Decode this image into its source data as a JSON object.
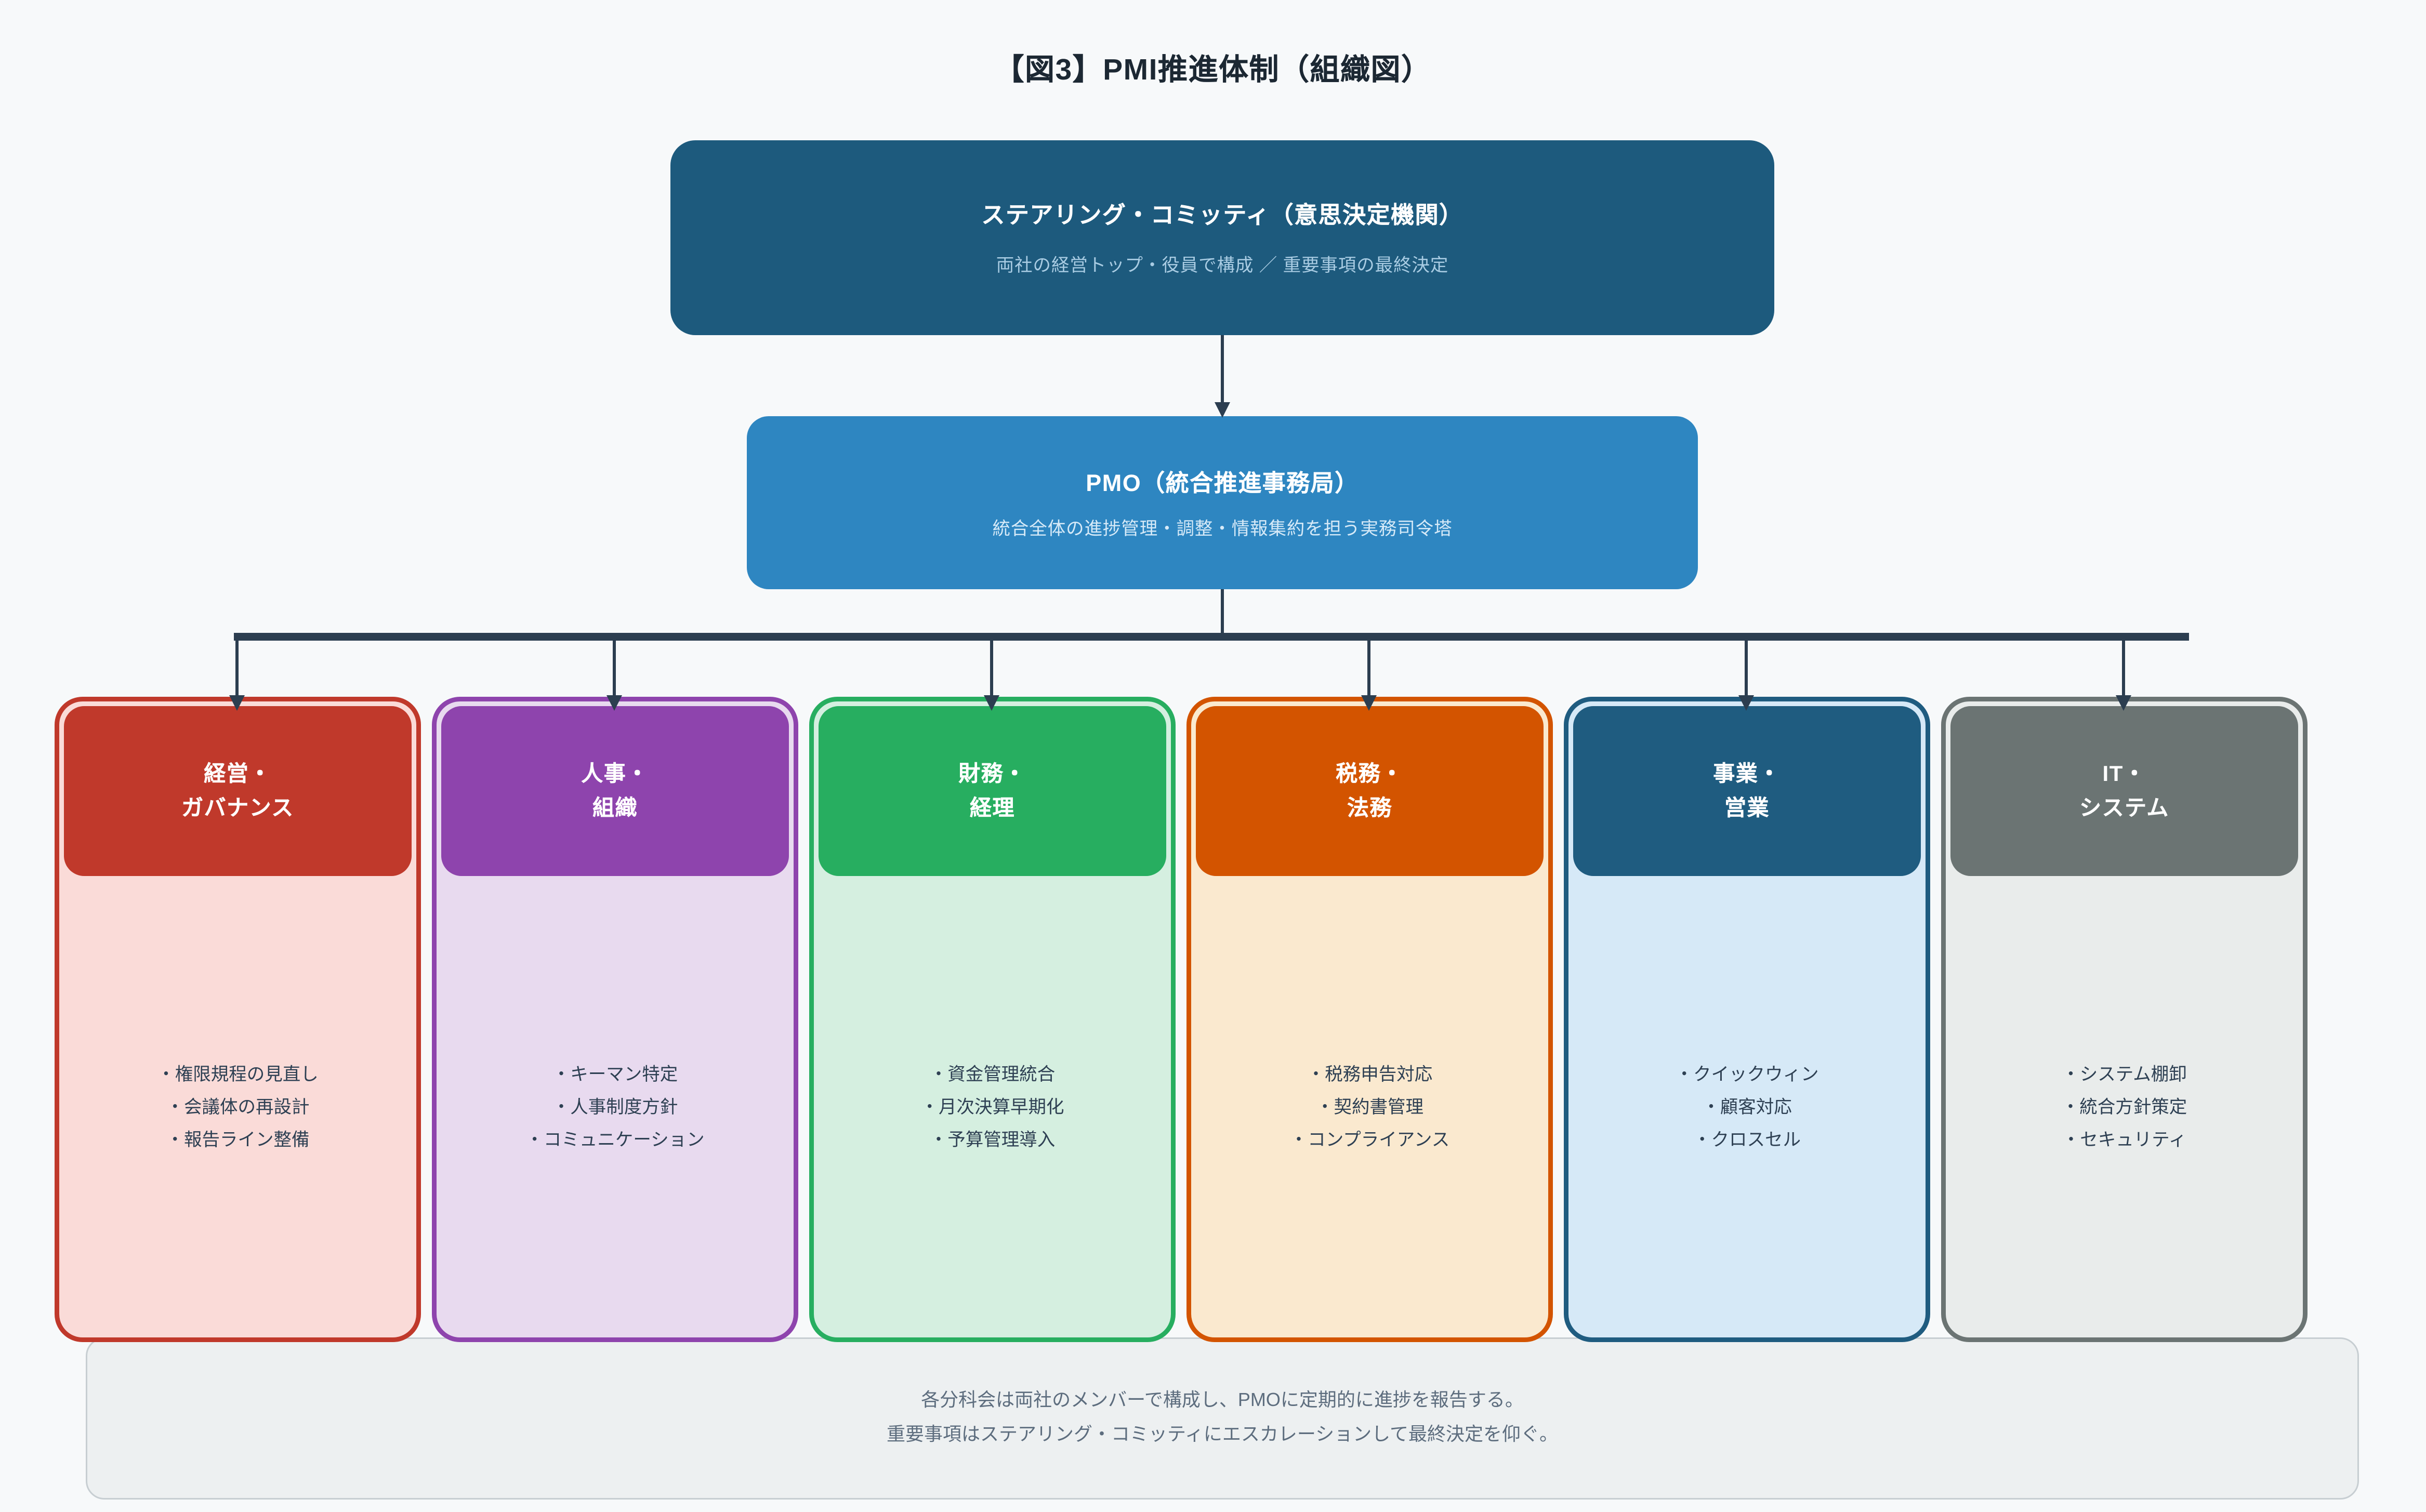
{
  "page": {
    "title": "【図3】PMI推進体制（組織図）"
  },
  "steering_committee": {
    "label": "ステアリング・コミッティ（意思決定機関）",
    "description": "両社の経営トップ・役員で構成 ／ 重要事項の最終決定"
  },
  "pmo": {
    "label": "PMO（統合推進事務局）",
    "description": "統合全体の進捗管理・調整・情報集約を担う実務司令塔"
  },
  "subcommittees": [
    {
      "name_line1": "経営・",
      "name_line2": "ガバナンス",
      "color": "#c0392b",
      "tint": "#fadbd8",
      "items": [
        "・権限規程の見直し",
        "・会議体の再設計",
        "・報告ライン整備"
      ]
    },
    {
      "name_line1": "人事・",
      "name_line2": "組織",
      "color": "#8e44ad",
      "tint": "#e8daef",
      "items": [
        "・キーマン特定",
        "・人事制度方針",
        "・コミュニケーション"
      ]
    },
    {
      "name_line1": "財務・",
      "name_line2": "経理",
      "color": "#27ae60",
      "tint": "#d5efe0",
      "items": [
        "・資金管理統合",
        "・月次決算早期化",
        "・予算管理導入"
      ]
    },
    {
      "name_line1": "税務・",
      "name_line2": "法務",
      "color": "#d35400",
      "tint": "#fae9cf",
      "items": [
        "・税務申告対応",
        "・契約書管理",
        "・コンプライアンス"
      ]
    },
    {
      "name_line1": "事業・",
      "name_line2": "営業",
      "color": "#1f5c80",
      "tint": "#d6e9f7",
      "items": [
        "・クイックウィン",
        "・顧客対応",
        "・クロスセル"
      ]
    },
    {
      "name_line1": "IT・",
      "name_line2": "システム",
      "color": "#6b7473",
      "tint": "#e9eceb",
      "items": [
        "・システム棚卸",
        "・統合方針策定",
        "・セキュリティ"
      ]
    }
  ],
  "footnote": {
    "line1": "各分科会は両社のメンバーで構成し、PMOに定期的に進捗を報告する。",
    "line2": "重要事項はステアリング・コミッティにエスカレーションして最終決定を仰ぐ。"
  },
  "colors": {
    "background": "#f7f9fa",
    "connector": "#2c3e50",
    "steering_bg": "#1d5a7d",
    "steering_sub_text": "#a9cce3",
    "pmo_bg": "#2e86c1",
    "pmo_sub_text": "#d6eaf8",
    "body_text": "#2e4053",
    "footnote_bg": "#edf0f1",
    "footnote_border": "#c7ced2",
    "footnote_text": "#5d6d7e"
  }
}
